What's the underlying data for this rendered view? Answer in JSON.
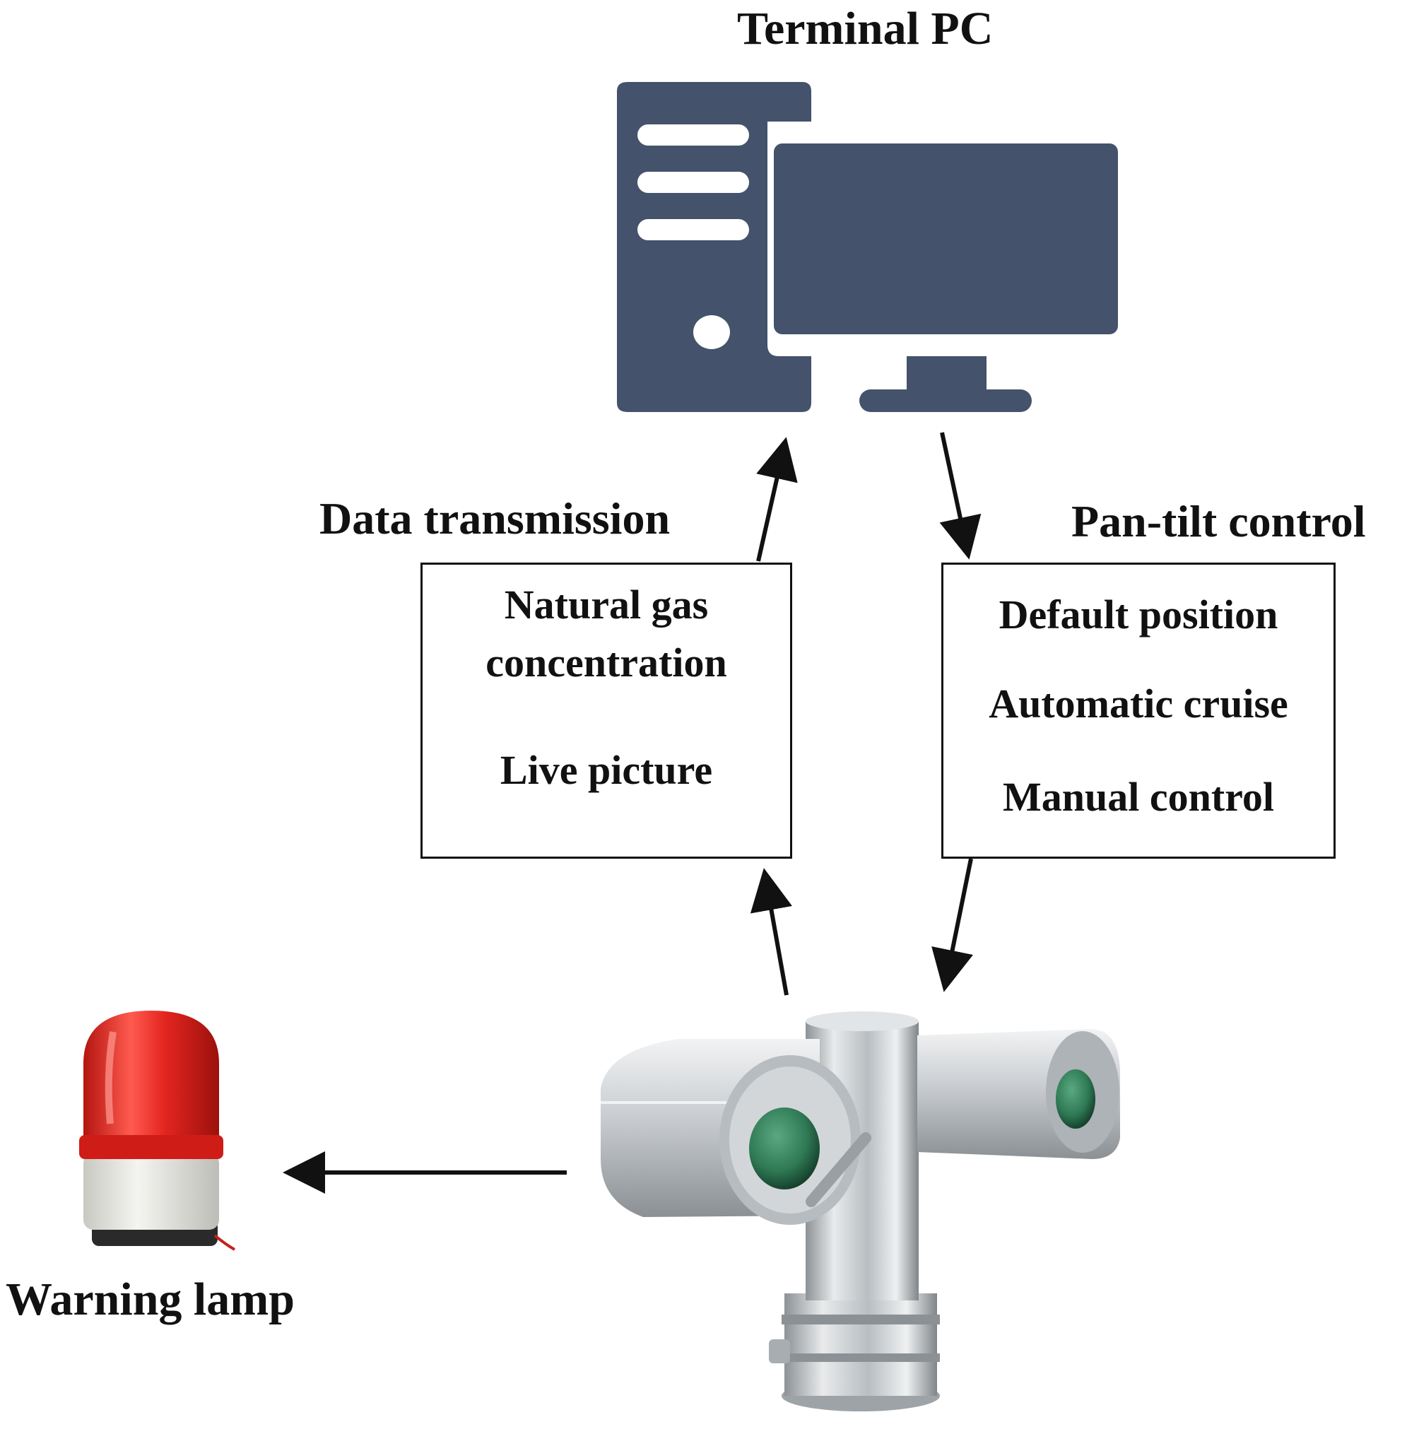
{
  "colors": {
    "pc": "#44526b",
    "arrow": "#111111",
    "lamp_red": "#e3251f",
    "lamp_base": "#e9e9e4",
    "camera_steel": "#c4c8cb",
    "lens_green": "#2f7a55"
  },
  "terminal_pc": {
    "title": "Terminal PC",
    "icon": "desktop-computer-icon"
  },
  "data_transmission": {
    "label": "Data transmission",
    "items": [
      "Natural gas",
      "concentration",
      "Live picture"
    ]
  },
  "pan_tilt_control": {
    "label": "Pan-tilt control",
    "items": [
      "Default position",
      "Automatic  cruise",
      "Manual  control"
    ]
  },
  "warning_lamp": {
    "label": "Warning lamp",
    "icon": "warning-lamp-icon"
  },
  "camera": {
    "icon": "explosion-proof-ptz-camera-icon"
  }
}
